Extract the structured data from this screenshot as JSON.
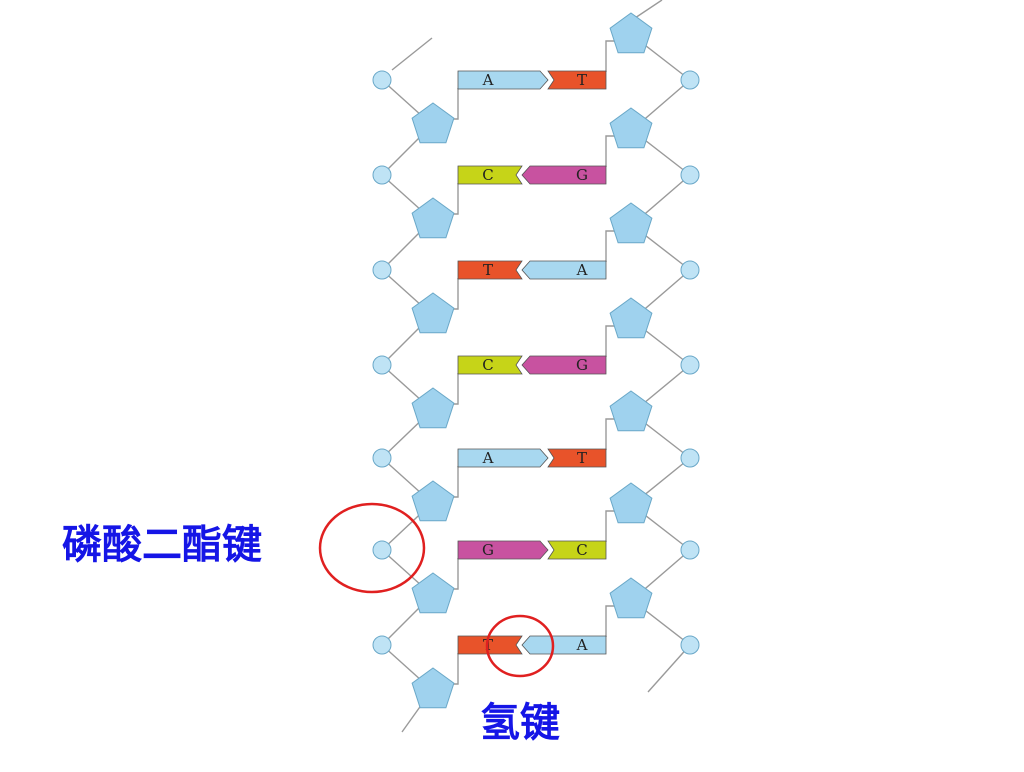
{
  "labels": {
    "phosphodiester_bond": "磷酸二酯键",
    "hydrogen_bond": "氢键"
  },
  "base_pairs": [
    {
      "left": "A",
      "right": "T"
    },
    {
      "left": "C",
      "right": "G"
    },
    {
      "left": "T",
      "right": "A"
    },
    {
      "left": "C",
      "right": "G"
    },
    {
      "left": "A",
      "right": "T"
    },
    {
      "left": "G",
      "right": "C"
    },
    {
      "left": "T",
      "right": "A"
    }
  ],
  "colors": {
    "A": "#a8d8f0",
    "T": "#e8532a",
    "C": "#c6d418",
    "G": "#c852a0",
    "sugar": "#9fd2ee",
    "phosphate": "#bfe3f5",
    "strand_line": "#9a9a9a",
    "highlight_circle": "#e02020",
    "label_text": "#1515e6"
  }
}
